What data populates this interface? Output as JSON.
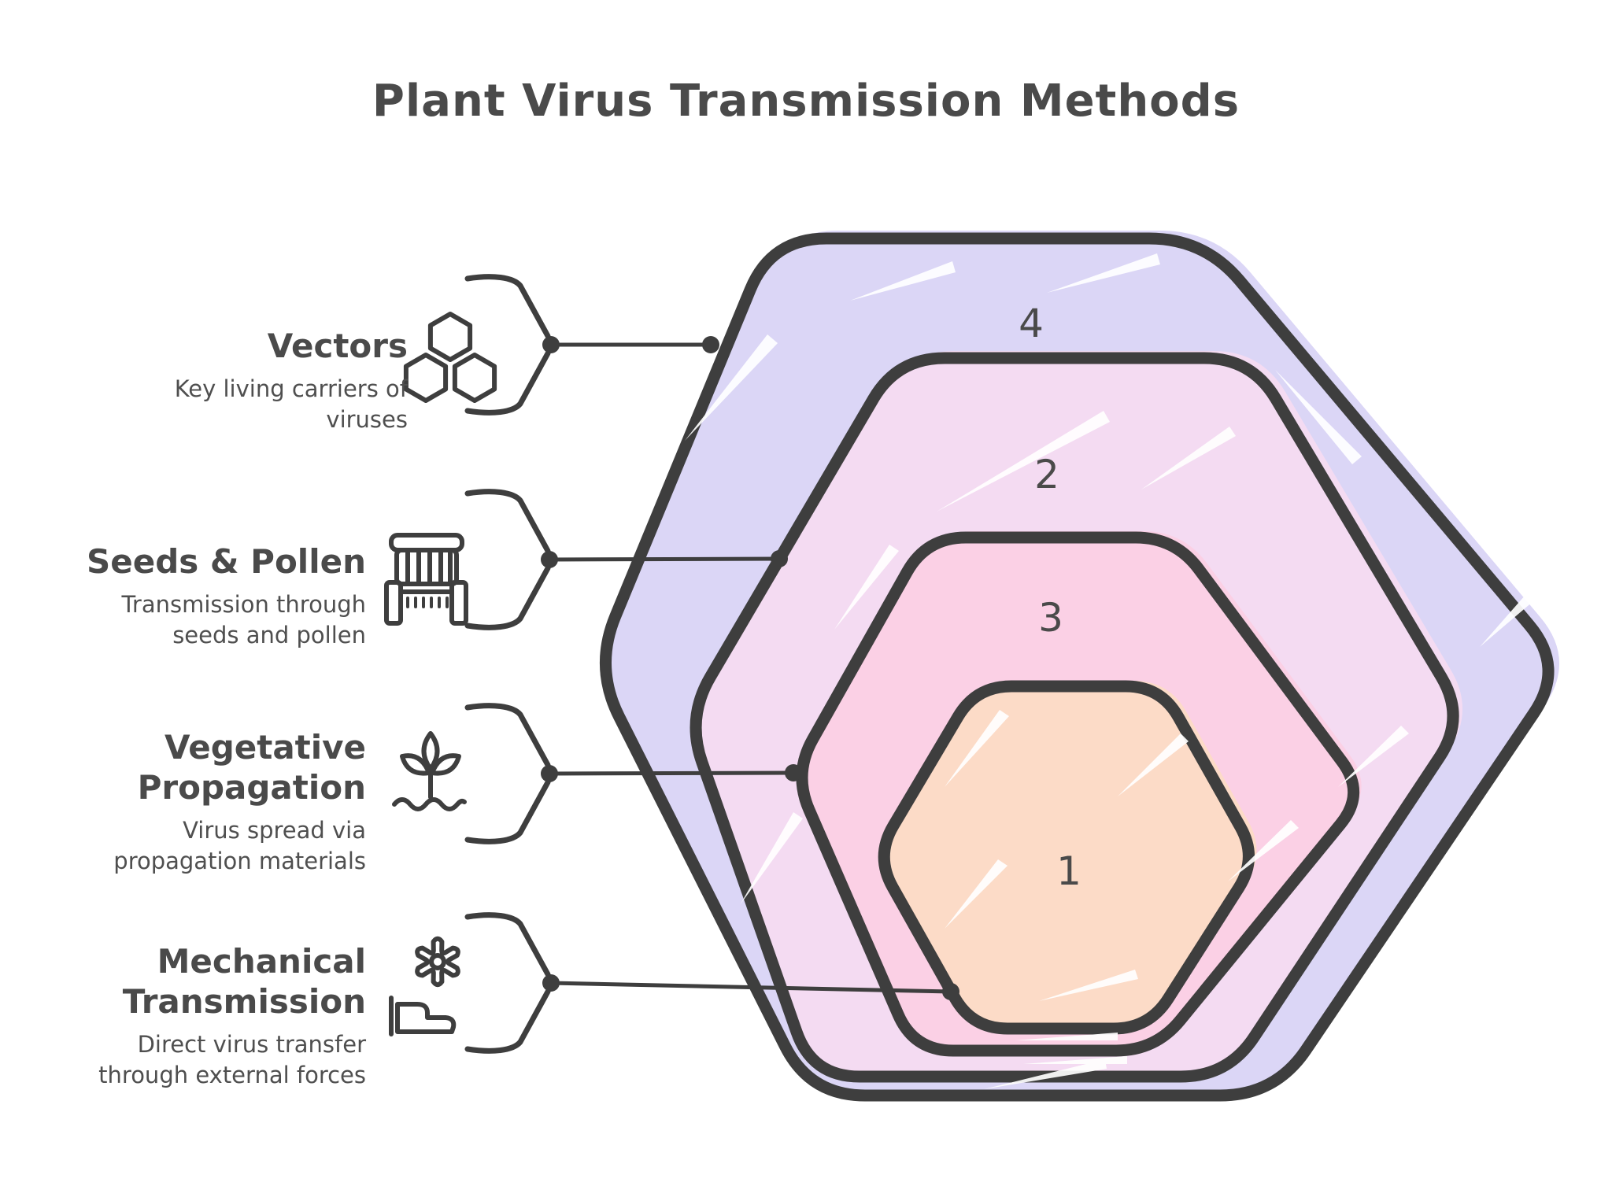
{
  "title": "Plant Virus Transmission Methods",
  "colors": {
    "outline": "#3E3E3E",
    "heading_text": "#4A4A4A",
    "body_text": "#4F4F4F",
    "ring_vectors": "#DBD6F6",
    "ring_seeds": "#F4DBF2",
    "ring_vegetative": "#FBD0E5",
    "ring_mechanical": "#FCDBC7"
  },
  "rings": [
    {
      "number": "4",
      "color": "#DBD6F6"
    },
    {
      "number": "2",
      "color": "#F4DBF2"
    },
    {
      "number": "3",
      "color": "#FBD0E5"
    },
    {
      "number": "1",
      "color": "#FCDBC7"
    }
  ],
  "callouts": [
    {
      "title": "Vectors",
      "subtitle": "Key living carriers of viruses",
      "icon": "molecule-hexagons-icon",
      "ring_number": "4"
    },
    {
      "title": "Seeds & Pollen",
      "subtitle": "Transmission through seeds and pollen",
      "icon": "seed-tray-icon",
      "ring_number": "2"
    },
    {
      "title": "Vegetative Propagation",
      "subtitle": "Virus spread via propagation materials",
      "icon": "sprout-icon",
      "ring_number": "3"
    },
    {
      "title": "Mechanical Transmission",
      "subtitle": "Direct virus transfer through external forces",
      "icon": "gear-hand-icon",
      "ring_number": "1"
    }
  ]
}
